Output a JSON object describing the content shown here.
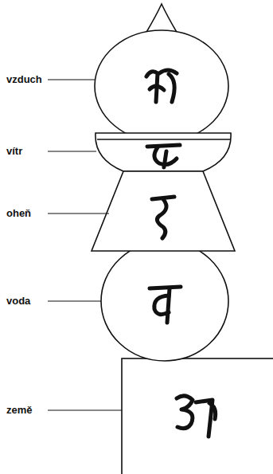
{
  "diagram": {
    "labels": [
      "vzduch",
      "vítr",
      "oheň",
      "voda",
      "země"
    ]
  }
}
